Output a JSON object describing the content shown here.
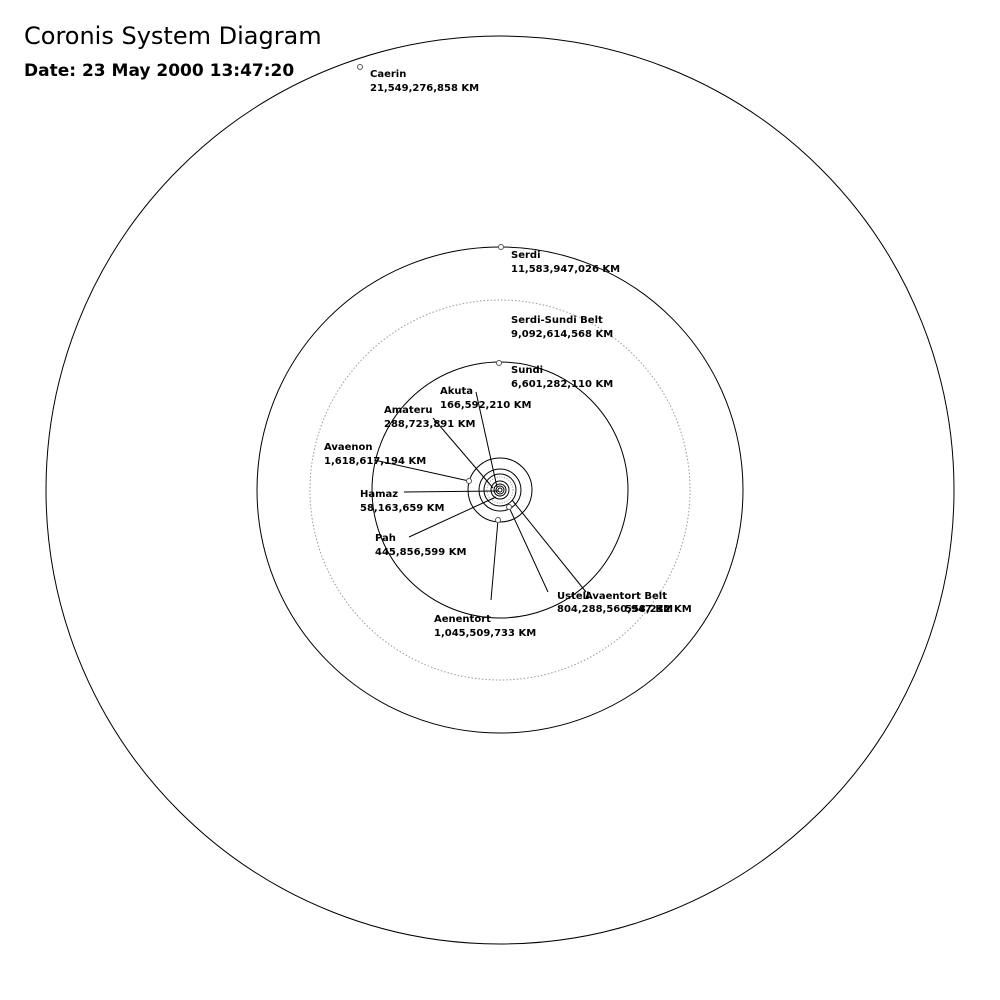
{
  "title": "Coronis System Diagram",
  "date": "Date: 23 May 2000 13:47:20",
  "bodies": [
    {
      "id": "caerin",
      "type": "planet",
      "name": "Caerin",
      "distance": "21,549,276,858 KM"
    },
    {
      "id": "serdi",
      "type": "planet",
      "name": "Serdi",
      "distance": "11,583,947,026 KM"
    },
    {
      "id": "serdi-sundi-belt",
      "type": "belt",
      "name": "Serdi-Sundi Belt",
      "distance": "9,092,614,568 KM"
    },
    {
      "id": "sundi",
      "type": "planet",
      "name": "Sundi",
      "distance": "6,601,282,110 KM"
    },
    {
      "id": "avaenon",
      "type": "planet",
      "name": "Avaenon",
      "distance": "1,618,617,194 KM"
    },
    {
      "id": "aenentort",
      "type": "planet",
      "name": "Aenentort",
      "distance": "1,045,509,733 KM"
    },
    {
      "id": "ustell",
      "type": "planet",
      "name": "Ustell",
      "distance": "804,288,560,947 KM"
    },
    {
      "id": "avaentort-belt",
      "type": "belt",
      "name": "Avaentort Belt",
      "distance": "558,232 KM"
    },
    {
      "id": "pah",
      "type": "planet",
      "name": "Pah",
      "distance": "445,856,599 KM"
    },
    {
      "id": "amateru",
      "type": "planet",
      "name": "Amateru",
      "distance": "288,723,891 KM"
    },
    {
      "id": "akuta",
      "type": "planet",
      "name": "Akuta",
      "distance": "166,592,210 KM"
    },
    {
      "id": "hamaz",
      "type": "planet",
      "name": "Hamaz",
      "distance": "58,163,659 KM"
    }
  ]
}
